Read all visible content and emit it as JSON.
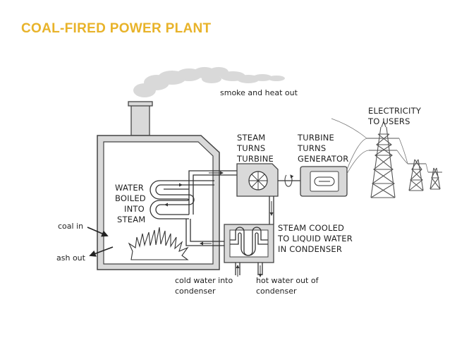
{
  "title": "COAL-FIRED POWER PLANT",
  "labels": {
    "smoke": "smoke and heat out",
    "electricity": [
      "ELECTRICITY",
      "TO USERS"
    ],
    "steam_turbine": [
      "STEAM",
      "TURNS",
      "TURBINE"
    ],
    "turbine_generator": [
      "TURBINE",
      "TURNS",
      "GENERATOR"
    ],
    "water_boiled": [
      "WATER",
      "BOILED",
      "INTO",
      "STEAM"
    ],
    "steam_cooled": [
      "STEAM COOLED",
      "TO LIQUID WATER",
      "IN CONDENSER"
    ],
    "coal_in": "coal in",
    "ash_out": "ash out",
    "cold_water": [
      "cold water into",
      "condenser"
    ],
    "hot_water": [
      "hot water out of",
      "condenser"
    ]
  },
  "colors": {
    "title": "#e8b32a",
    "boiler_fill": "#d9d9d9",
    "outline": "#444444"
  }
}
